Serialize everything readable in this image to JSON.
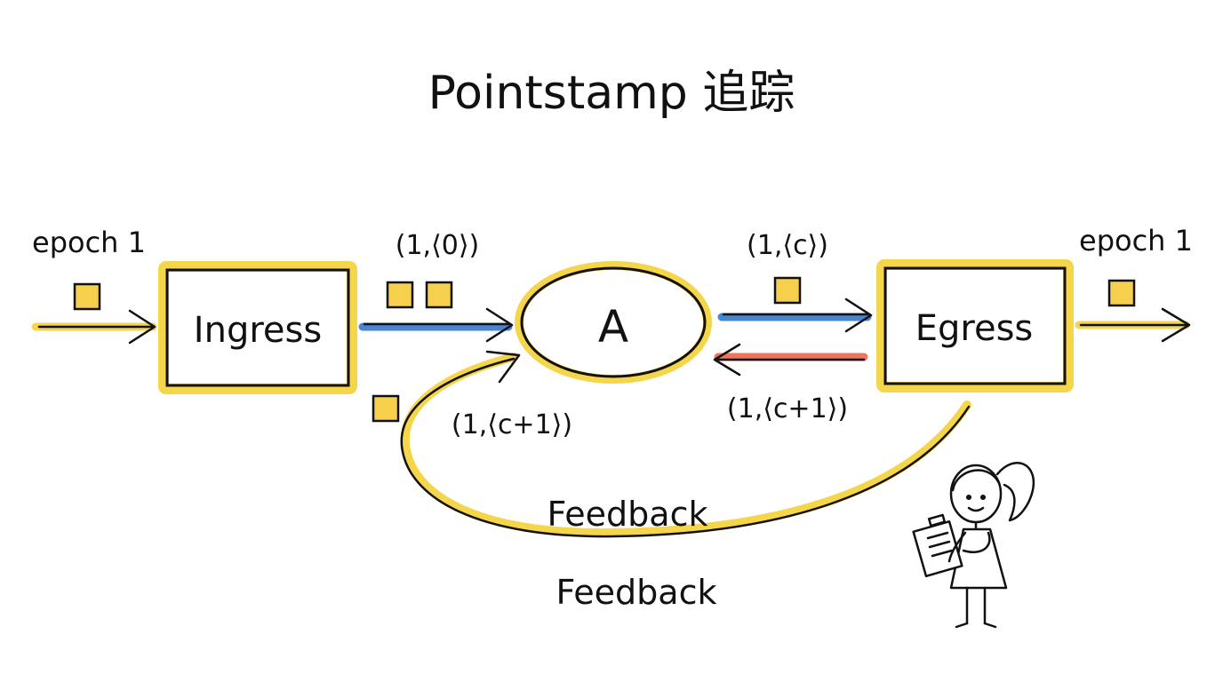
{
  "title": "Pointstamp 追踪",
  "nodes": {
    "ingress": "Ingress",
    "operator": "A",
    "egress": "Egress"
  },
  "edges": {
    "input_epoch": "epoch 1",
    "output_epoch": "epoch 1",
    "ingress_to_a": "(1,⟨0⟩)",
    "a_to_egress": "(1,⟨c⟩)",
    "egress_to_a": "(1,⟨c+1⟩)",
    "feedback_to_a": "(1,⟨c+1⟩)",
    "feedback_label_1": "Feedback",
    "feedback_label_2": "Feedback"
  },
  "colors": {
    "yellow": "#f5d54a",
    "blue": "#4a86d0",
    "red": "#ee7660",
    "stamp": "#f6d04d",
    "ink": "#111111"
  },
  "icons": {
    "observer": "girl-with-clipboard-icon"
  }
}
